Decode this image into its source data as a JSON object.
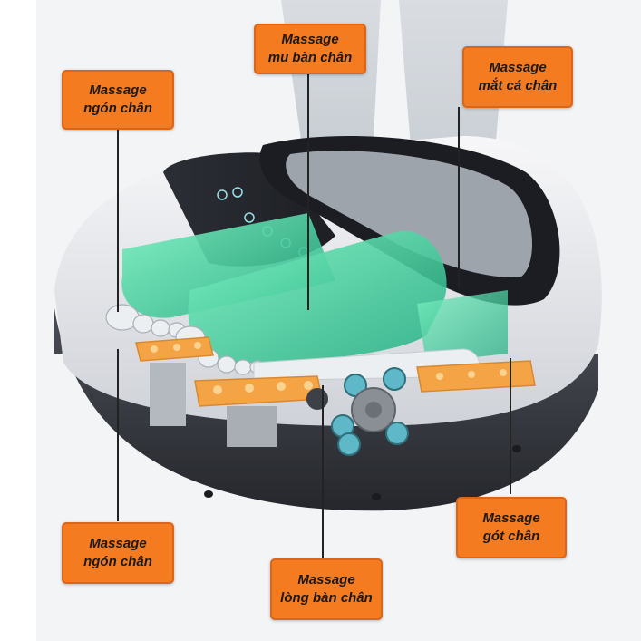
{
  "labels": {
    "instep": {
      "line1": "Massage",
      "line2": "mu bàn chân"
    },
    "ankle": {
      "line1": "Massage",
      "line2": "mắt cá chân"
    },
    "toes_top": {
      "line1": "Massage",
      "line2": "ngón chân"
    },
    "toes_bottom": {
      "line1": "Massage",
      "line2": "ngón chân"
    },
    "heel": {
      "line1": "Massage",
      "line2": "gót chân"
    },
    "sole": {
      "line1": "Massage",
      "line2": "lòng bàn chân"
    }
  },
  "colors": {
    "label_fill": "#f47b20",
    "device_shell": "#e9eaee",
    "device_base": "#3a3d44",
    "foot_glow": "#3fd39a",
    "roller_orange": "#f5a445",
    "roller_teal": "#5fb8c8"
  }
}
